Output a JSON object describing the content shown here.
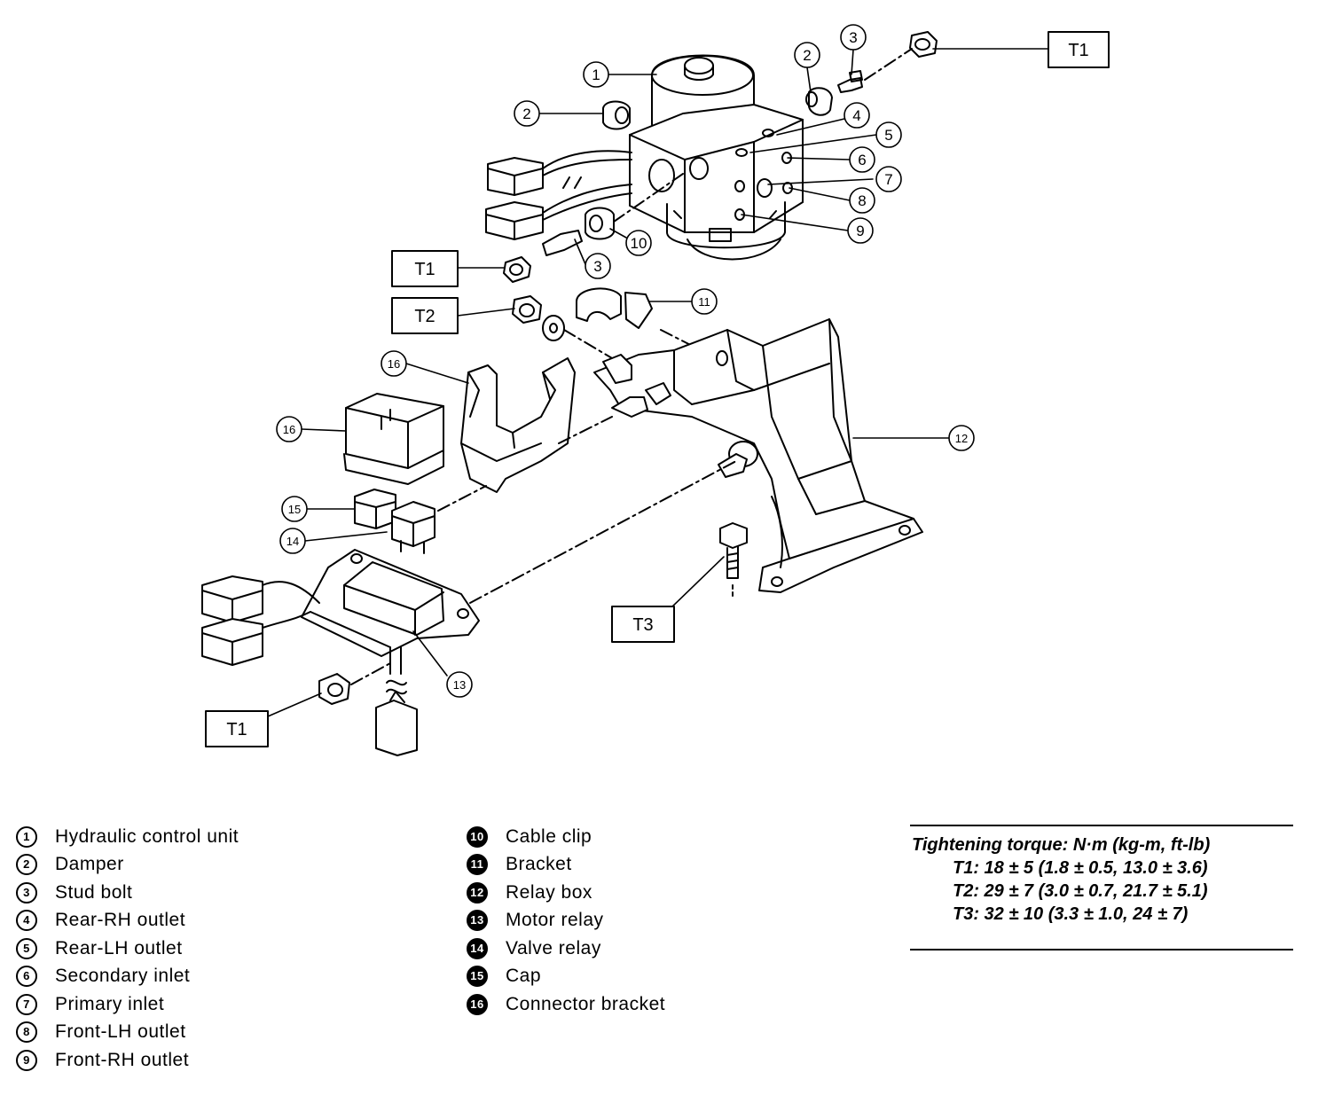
{
  "diagram": {
    "callouts": [
      "1",
      "2",
      "2",
      "3",
      "3",
      "4",
      "5",
      "6",
      "7",
      "8",
      "9",
      "10",
      "11",
      "12",
      "13",
      "14",
      "15",
      "16"
    ],
    "torque_tags": {
      "t1_top": "T1",
      "t1_mid": "T1",
      "t2": "T2",
      "t3": "T3",
      "t1_bottom": "T1"
    }
  },
  "legend": {
    "left": [
      {
        "num": "1",
        "label": "Hydraulic control unit"
      },
      {
        "num": "2",
        "label": "Damper"
      },
      {
        "num": "3",
        "label": "Stud bolt"
      },
      {
        "num": "4",
        "label": "Rear-RH outlet"
      },
      {
        "num": "5",
        "label": "Rear-LH outlet"
      },
      {
        "num": "6",
        "label": "Secondary inlet"
      },
      {
        "num": "7",
        "label": "Primary inlet"
      },
      {
        "num": "8",
        "label": "Front-LH outlet"
      },
      {
        "num": "9",
        "label": "Front-RH outlet"
      }
    ],
    "right": [
      {
        "num": "10",
        "label": "Cable clip"
      },
      {
        "num": "11",
        "label": "Bracket"
      },
      {
        "num": "12",
        "label": "Relay box"
      },
      {
        "num": "13",
        "label": "Motor relay"
      },
      {
        "num": "14",
        "label": "Valve relay"
      },
      {
        "num": "15",
        "label": "Cap"
      },
      {
        "num": "16",
        "label": "Connector bracket"
      }
    ]
  },
  "torque": {
    "title": "Tightening torque: N·m (kg-m, ft-lb)",
    "t1": "T1: 18 ± 5 (1.8 ± 0.5, 13.0 ± 3.6)",
    "t2": "T2: 29 ± 7 (3.0 ± 0.7, 21.7 ± 5.1)",
    "t3": "T3: 32 ± 10 (3.3 ± 1.0, 24 ± 7)"
  }
}
